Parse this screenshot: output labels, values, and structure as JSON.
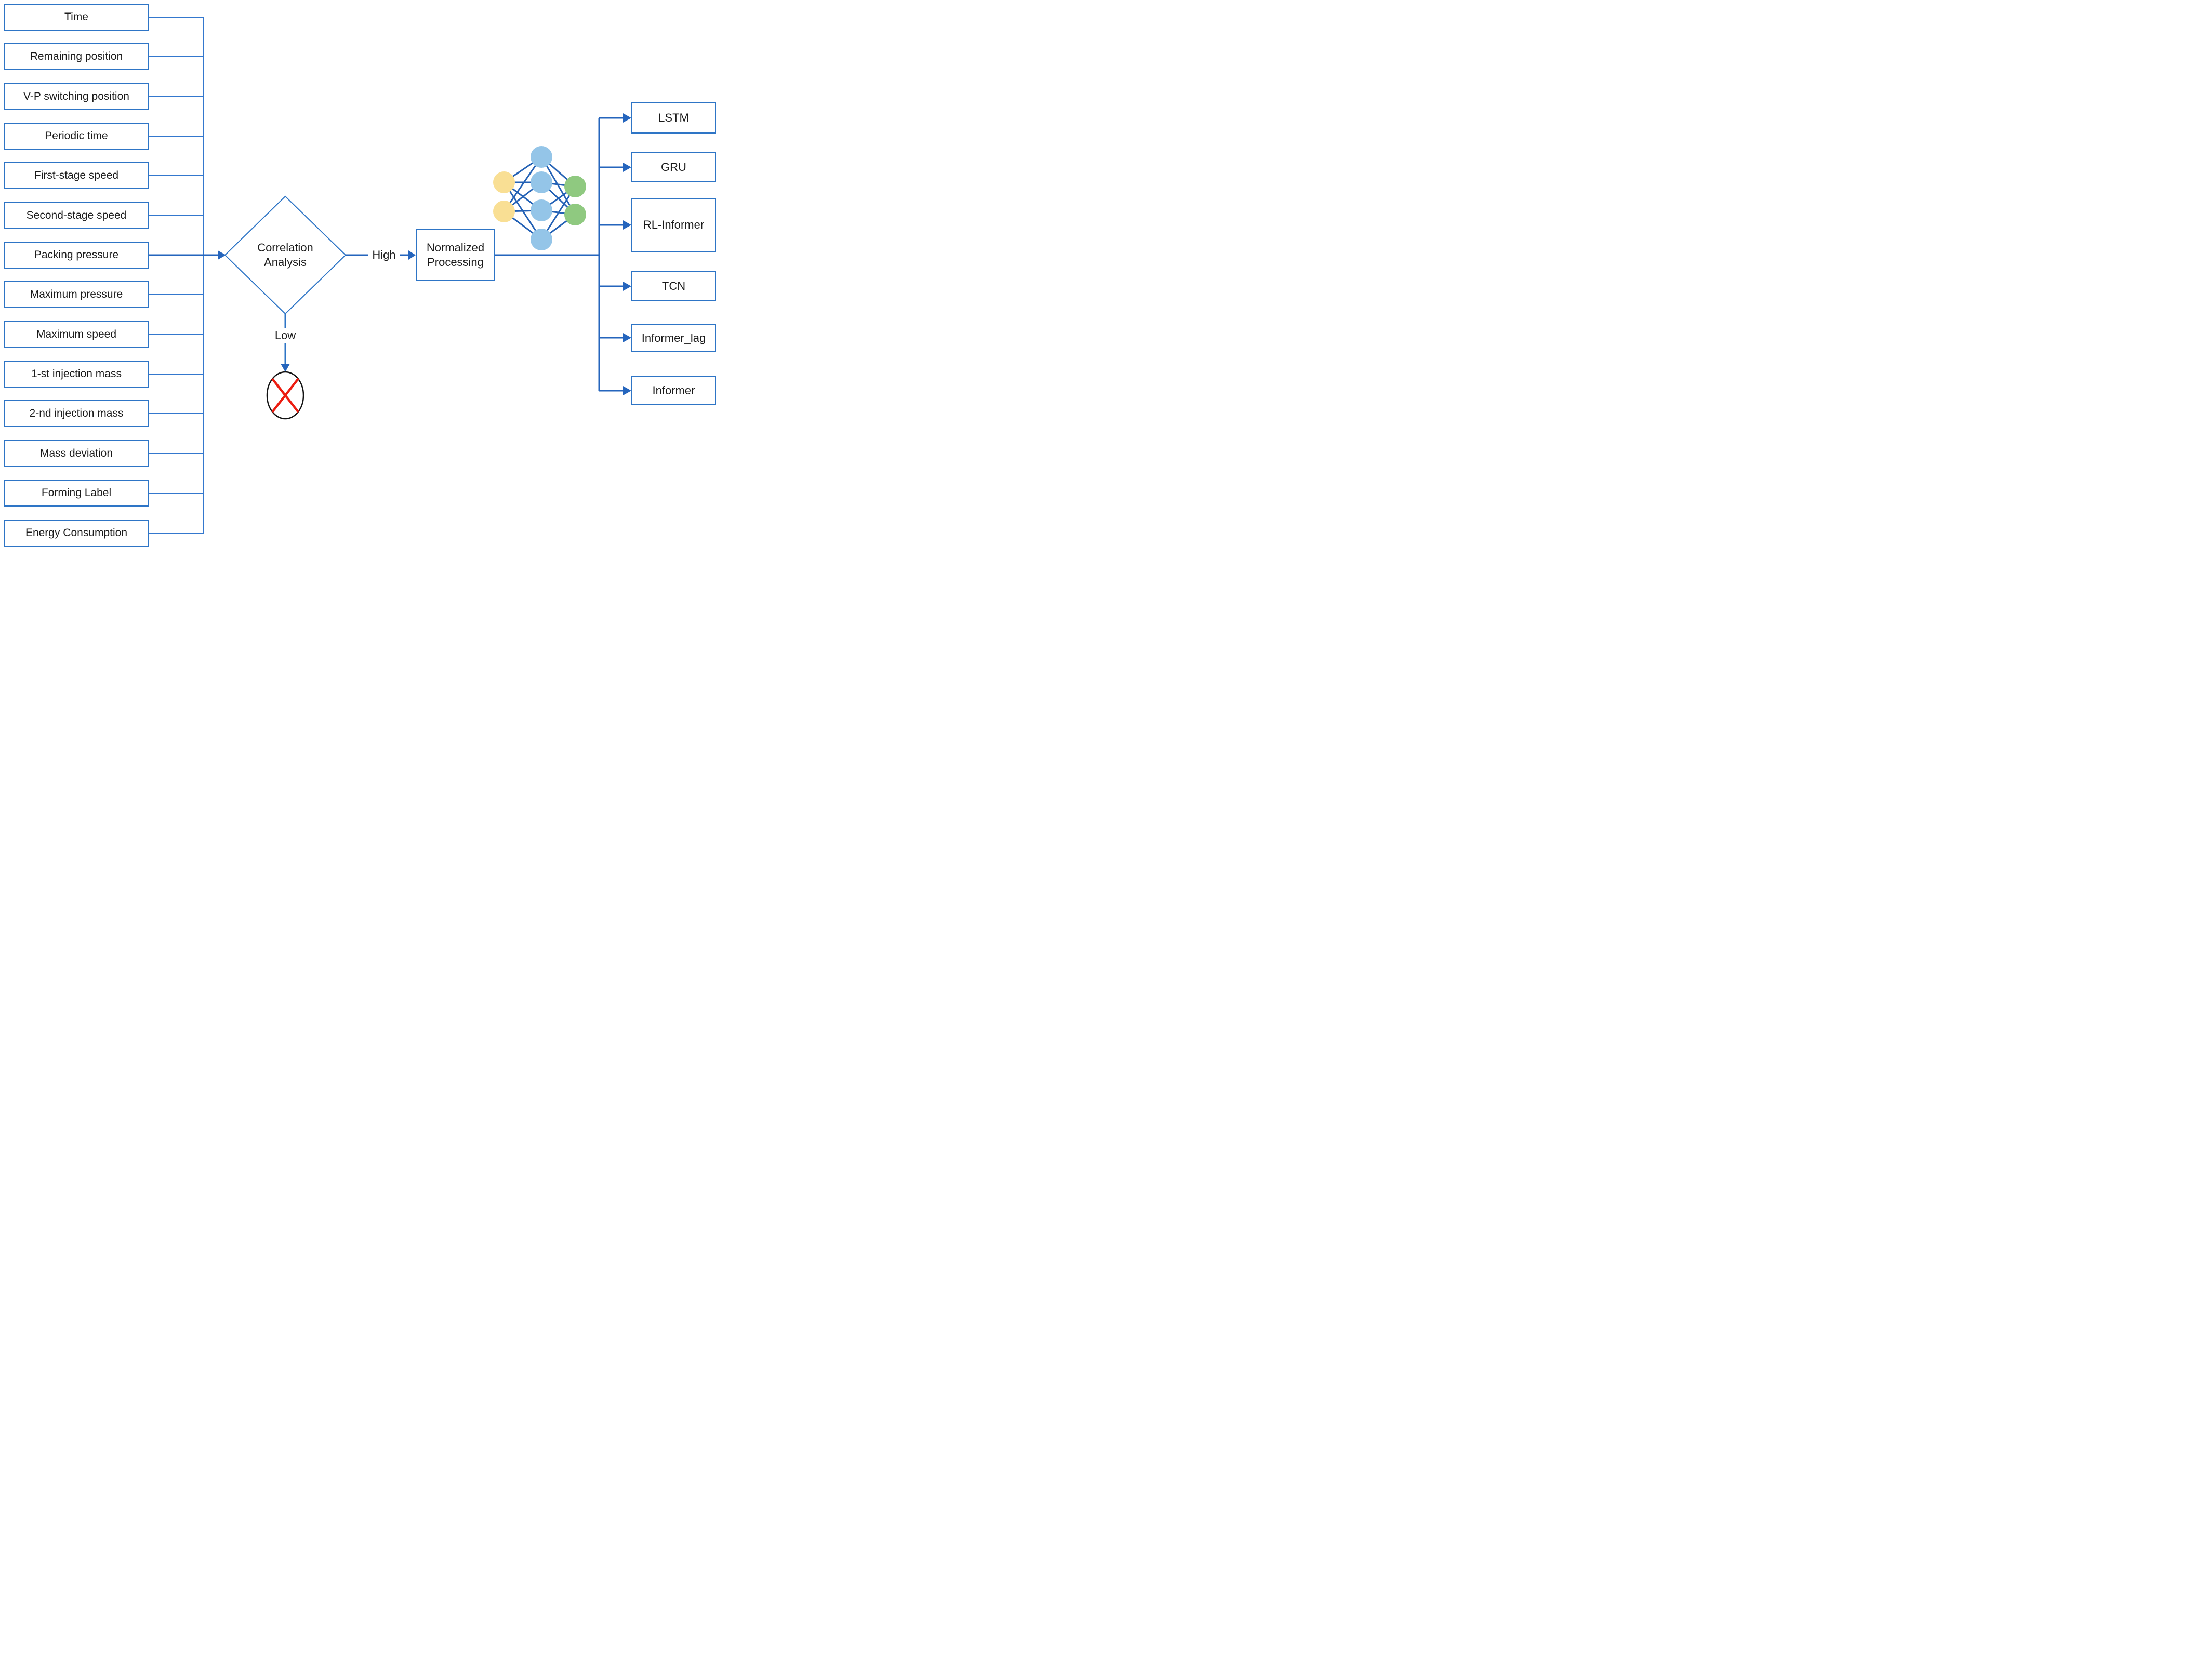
{
  "figure": {
    "title": "feature-selection-and-model-pipeline-flowchart",
    "input_features": [
      "Time",
      "Remaining position",
      "V-P switching position",
      "Periodic time",
      "First-stage speed",
      "Second-stage speed",
      "Packing pressure",
      "Maximum pressure",
      "Maximum speed",
      "1-st injection mass",
      "2-nd injection mass",
      "Mass deviation",
      "Forming Label",
      "Energy Consumption"
    ],
    "decision": {
      "line1": "Correlation",
      "line2": "Analysis"
    },
    "branches": {
      "high": "High",
      "low": "Low"
    },
    "process": {
      "line1": "Normalized",
      "line2": "Processing"
    },
    "models": [
      "LSTM",
      "GRU",
      "RL-Informer",
      "TCN",
      "Informer_lag",
      "Informer"
    ],
    "icons": {
      "neural_network": "neural-network-icon",
      "rejected": "crossed-out-circle-icon"
    },
    "colors": {
      "box_border_blue": "#2E75C6",
      "connector_blue": "#3478CE",
      "arrow_blue": "#2565BD",
      "nn_edge_blue": "#2361B5",
      "nn_input_yellow": "#F9DF94",
      "nn_hidden_blue": "#94C5E8",
      "nn_output_green": "#8FC980",
      "reject_x_red": "#EC1C10",
      "reject_circle_black": "#141414",
      "text_black": "#1b1b1b"
    }
  }
}
